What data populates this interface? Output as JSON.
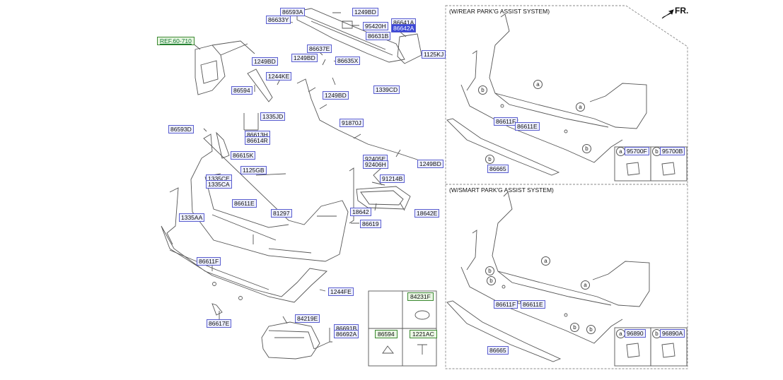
{
  "orientation_label": "FR.",
  "panels": {
    "rear_park_assist": {
      "title": "(W/REAR PARK'G ASSIST SYSTEM)",
      "labels": [
        "86611F",
        "86611E",
        "86665"
      ],
      "callouts": [
        "a",
        "b",
        "a",
        "b",
        "b"
      ],
      "legend": [
        {
          "letter": "a",
          "part": "95700F"
        },
        {
          "letter": "b",
          "part": "95700B"
        }
      ]
    },
    "smart_park_assist": {
      "title": "(W/SMART PARK'G ASSIST SYSTEM)",
      "labels": [
        "86611F",
        "86611E",
        "86665"
      ],
      "callouts": [
        "a",
        "b",
        "b",
        "a",
        "b",
        "b"
      ],
      "legend": [
        {
          "letter": "a",
          "part": "96890"
        },
        {
          "letter": "b",
          "part": "96890A"
        }
      ]
    }
  },
  "reference": "REF.60-710",
  "parts": [
    "86593A",
    "86633Y",
    "1249BD",
    "95420H",
    "86641A",
    "86642A",
    "86631B",
    "1125KJ",
    "86637E",
    "1249BD",
    "86635X",
    "1249BD",
    "1244KE",
    "86594",
    "1249BD",
    "1339CD",
    "1335JD",
    "91870J",
    "86593D",
    "86613H",
    "86614R",
    "86615K",
    "1125GB",
    "1335CE",
    "1335CA",
    "92405E",
    "92406H",
    "1249BD",
    "91214B",
    "86611E",
    "81297",
    "18642",
    "18642E",
    "1335AA",
    "86619",
    "86611F",
    "1244FE",
    "86617E",
    "84219E",
    "86691B",
    "86692A"
  ],
  "highlighted_part": "86642A",
  "hardware_table": [
    {
      "label": "84231F"
    },
    {
      "label": "86594"
    },
    {
      "label": "1221AC"
    }
  ]
}
